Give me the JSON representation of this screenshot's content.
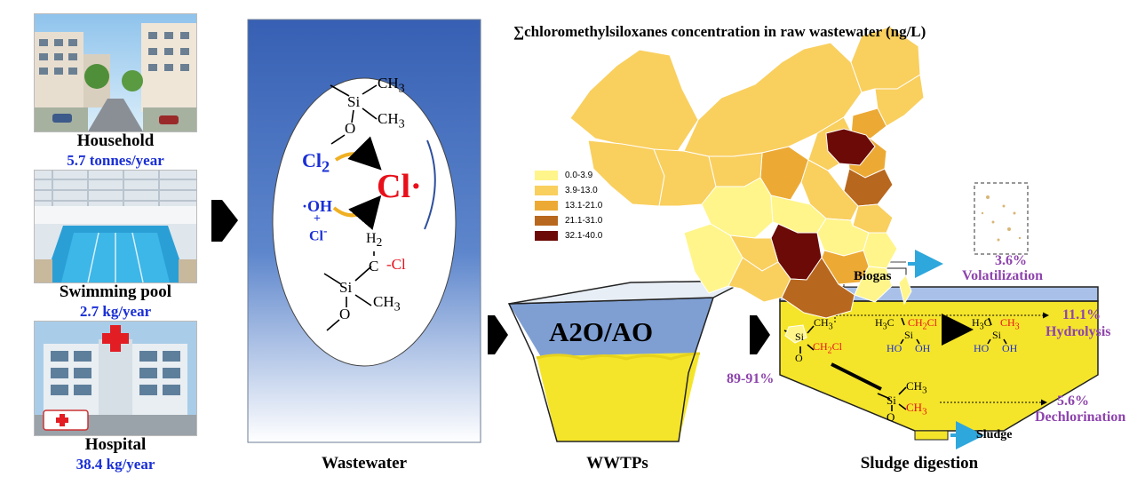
{
  "sources": [
    {
      "label": "Household",
      "rate": "5.7 tonnes/year",
      "icon": "household-photo"
    },
    {
      "label": "Swimming pool",
      "rate": "2.7 kg/year",
      "icon": "swimming-pool-photo"
    },
    {
      "label": "Hospital",
      "rate": "38.4 kg/year",
      "icon": "hospital-photo"
    }
  ],
  "wastewater": {
    "caption": "Wastewater",
    "chemistry": {
      "ch3": "CH",
      "sub3": "3",
      "si": "Si",
      "o": "O",
      "cl2": "Cl",
      "sub2": "2",
      "cl_radical": "Cl·",
      "oh_radical": "·OH",
      "plus": "+",
      "cl_minus": "Cl",
      "minus": "-",
      "h2": "H",
      "c": "C",
      "cl": "-Cl"
    }
  },
  "map": {
    "title": "∑chloromethylsiloxanes concentration in raw wastewater (ng/L)",
    "legend": [
      {
        "range": "0.0-3.9",
        "color": "#fff58a"
      },
      {
        "range": "3.9-13.0",
        "color": "#f9cf5e"
      },
      {
        "range": "13.1-21.0",
        "color": "#ecaa35"
      },
      {
        "range": "21.1-31.0",
        "color": "#b8671e"
      },
      {
        "range": "32.1-40.0",
        "color": "#6b0a06"
      }
    ]
  },
  "wwtp": {
    "label": "A2O/AO",
    "caption": "WWTPs",
    "percent": "89-91%"
  },
  "digestion": {
    "caption": "Sludge digestion",
    "biogas": "Biogas",
    "sludge": "Sludge",
    "volatilization_pct": "3.6%",
    "volatilization": "Volatilization",
    "hydrolysis_pct": "11.1%",
    "hydrolysis": "Hydrolysis",
    "dechlorination_pct": "5.6%",
    "dechlorination": "Dechlorination",
    "chem": {
      "ch3": "CH",
      "sub3": "3",
      "ch2cl": "CH",
      "sub2": "2",
      "cl": "Cl",
      "si": "Si",
      "o": "O",
      "h3c": "H",
      "c": "C",
      "ho": "HO",
      "oh": "OH"
    }
  },
  "colors": {
    "blue_text": "#1a2fd6",
    "purple_text": "#8e44ad",
    "red_text": "#e8101a",
    "yellow_fill": "#f5e52a",
    "tank_water": "#7f9fd3",
    "arrow_blue": "#2ea7dc",
    "panel_blue": "#3b66b8"
  }
}
